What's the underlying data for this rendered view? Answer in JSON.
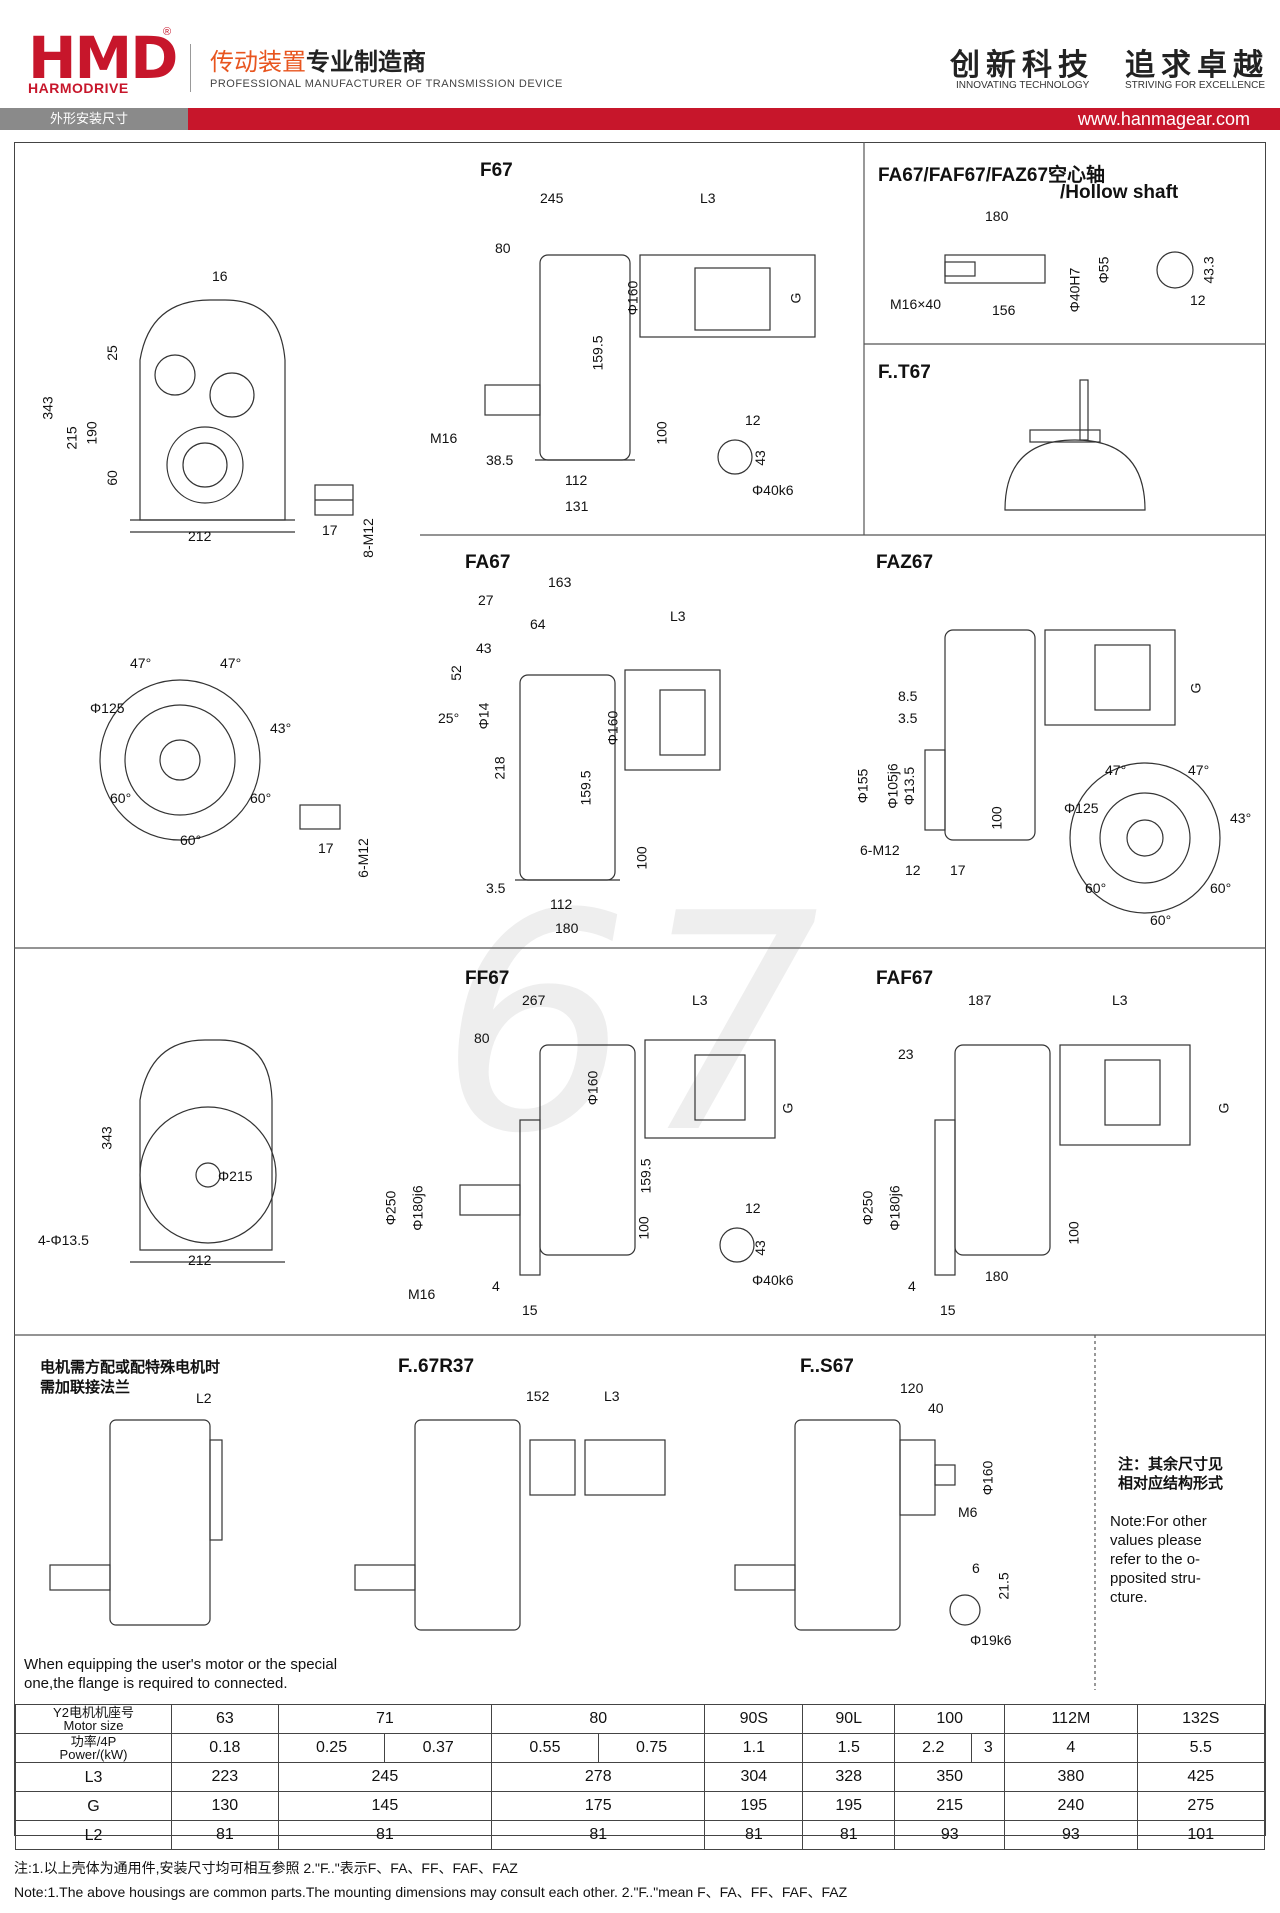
{
  "header": {
    "logo_text": "HMD",
    "logo_sub": "HARMODRIVE",
    "registered": "®",
    "tagline_cn_orange": "传动装置",
    "tagline_cn_black": "专业制造商",
    "tagline_en": "PROFESSIONAL MANUFACTURER OF TRANSMISSION DEVICE",
    "slogan1_cn": "创新科技",
    "slogan1_en": "INNOVATING TECHNOLOGY",
    "slogan2_cn": "追求卓越",
    "slogan2_en": "STRIVING FOR EXCELLENCE",
    "section_label": "外形安装尺寸",
    "website": "www.hanmagear.com"
  },
  "watermark": "67",
  "labels": {
    "f67": "F67",
    "hollow_cn": "FA67/FAF67/FAZ67空心轴",
    "hollow_en": "/Hollow shaft",
    "ft67": "F..T67",
    "fa67": "FA67",
    "faz67": "FAZ67",
    "ff67": "FF67",
    "faf67": "FAF67",
    "motor_note_cn1": "电机需方配或配特殊电机时",
    "motor_note_cn2": "需加联接法兰",
    "f67r37": "F..67R37",
    "fs67": "F..S67",
    "other_cn": "注：其余尺寸见\n相对应结构形式",
    "other_en": "Note:For other\nvalues please\nrefer to the o-\npposited stru-\ncture.",
    "motor_note_en": "When equipping the user's motor or the special\none,the flange is required to connected."
  },
  "dims": {
    "d16": "16",
    "d343": "343",
    "d215": "215",
    "d190": "190",
    "d25": "25",
    "d60": "60",
    "d212": "212",
    "d17": "17",
    "d8m12": "8-M12",
    "d245": "245",
    "dL3": "L3",
    "d80": "80",
    "dphi160": "Φ160",
    "d1595": "159.5",
    "dG": "G",
    "dM16": "M16",
    "d385": "38.5",
    "d100": "100",
    "d112": "112",
    "d131": "131",
    "d12": "12",
    "d43": "43",
    "dphi40k6": "Φ40k6",
    "d180": "180",
    "dphi55": "Φ55",
    "d433": "43.3",
    "dM16x40": "M16×40",
    "d156": "156",
    "dphi40H7": "Φ40H7",
    "d163": "163",
    "d27": "27",
    "d64": "64",
    "d52": "52",
    "d25deg": "25°",
    "dphi14": "Φ14",
    "d218": "218",
    "d35": "3.5",
    "d85": "8.5",
    "dphi155": "Φ155",
    "dphi105j6": "Φ105j6",
    "dphi135": "Φ13.5",
    "d6m12": "6-M12",
    "d47a": "47°",
    "d43deg": "43°",
    "d60deg": "60°",
    "dphi125": "Φ125",
    "d267": "267",
    "dphi250": "Φ250",
    "dphi180j6": "Φ180j6",
    "d4": "4",
    "d15": "15",
    "dphi215": "Φ215",
    "d4phi135": "4-Φ13.5",
    "d187": "187",
    "d23": "23",
    "dL2": "L2",
    "d152": "152",
    "d120": "120",
    "d40": "40",
    "dM6": "M6",
    "d6": "6",
    "d215b": "21.5",
    "dphi19k6": "Φ19k6"
  },
  "table": {
    "row_motor_label": "Y2电机机座号\nMotor size",
    "row_power_label": "功率/4P\nPower/(kW)",
    "motor_sizes": [
      "63",
      "71",
      "80",
      "90S",
      "90L",
      "100",
      "112M",
      "132S"
    ],
    "power": [
      "0.18",
      "0.25",
      "0.37",
      "0.55",
      "0.75",
      "1.1",
      "1.5",
      "2.2",
      "3",
      "4",
      "5.5"
    ],
    "L3": {
      "label": "L3",
      "values": [
        "223",
        "245",
        "278",
        "304",
        "328",
        "350",
        "380",
        "425"
      ]
    },
    "G": {
      "label": "G",
      "values": [
        "130",
        "145",
        "175",
        "195",
        "195",
        "215",
        "240",
        "275"
      ]
    },
    "L2": {
      "label": "L2",
      "values": [
        "81",
        "81",
        "81",
        "81",
        "81",
        "93",
        "93",
        "101"
      ]
    }
  },
  "footnotes": {
    "cn": "注:1.以上壳体为通用件,安装尺寸均可相互参照    2.\"F..\"表示F、FA、FF、FAF、FAZ",
    "en": "Note:1.The above housings are common parts.The mounting dimensions may consult each other.    2.\"F..\"mean F、FA、FF、FAF、FAZ"
  }
}
